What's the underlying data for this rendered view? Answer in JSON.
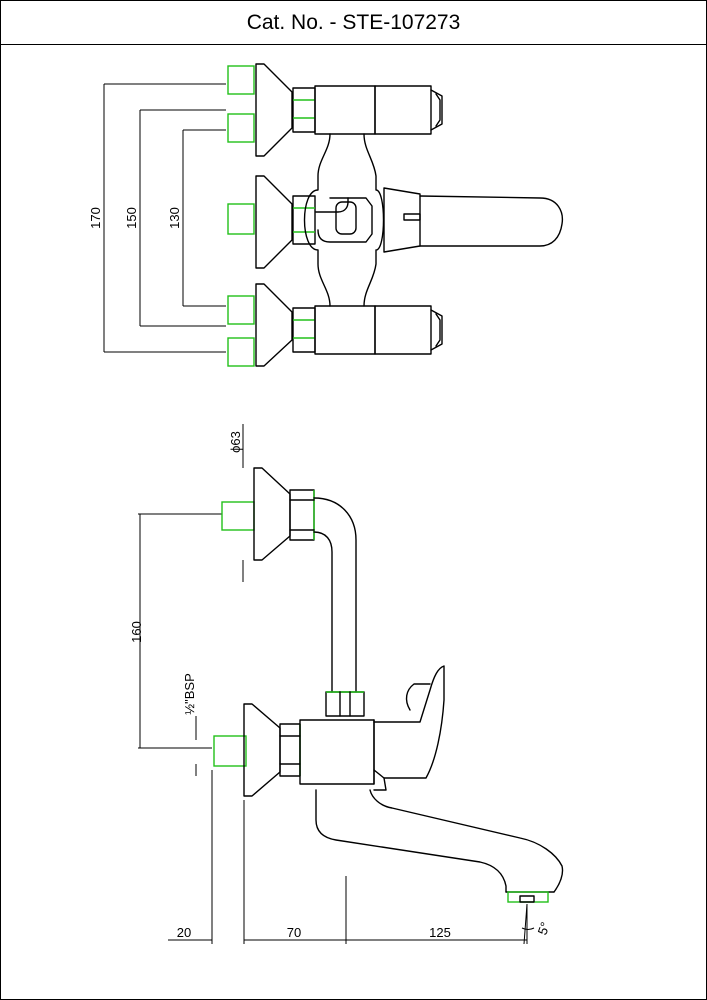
{
  "title": "Cat. No. - STE-107273",
  "dimensions": {
    "d170": "170",
    "d150": "150",
    "d130": "130",
    "phi63": "ϕ63",
    "d160": "160",
    "bsp": "½\"BSP",
    "d20": "20",
    "d70": "70",
    "d125": "125",
    "angle": "5°"
  },
  "colors": {
    "line": "#000000",
    "highlight": "#22c01a"
  }
}
